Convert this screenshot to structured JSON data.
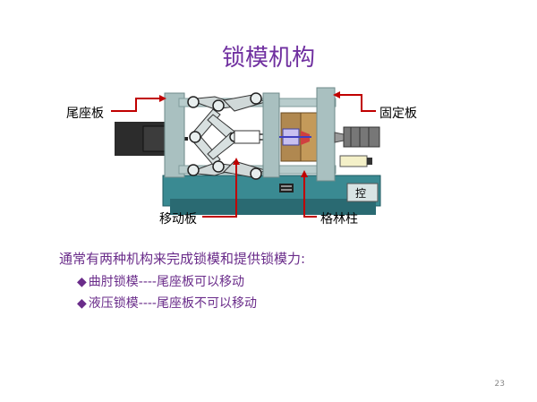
{
  "slide": {
    "title": "锁模机构",
    "page_number": "23"
  },
  "diagram": {
    "labels": {
      "tail_plate": "尾座板",
      "fixed_plate": "固定板",
      "moving_plate": "移动板",
      "tie_bar": "格林柱",
      "control_panel": "控"
    },
    "colors": {
      "base": "#3a8a92",
      "base_dark": "#2a6a72",
      "plate": "#a9c0c0",
      "plate_dark": "#7f9b9b",
      "cylinder": "#2c2c2c",
      "mold": "#b08850",
      "arrow": "#c00000",
      "cavity": "#d04040"
    }
  },
  "content": {
    "intro": "通常有两种机构来完成锁模和提供锁模力:",
    "bullets": [
      {
        "marker": "◆",
        "text": "曲肘锁模----尾座板可以移动"
      },
      {
        "marker": "◆",
        "text": "液压锁模----尾座板不可以移动"
      }
    ]
  }
}
